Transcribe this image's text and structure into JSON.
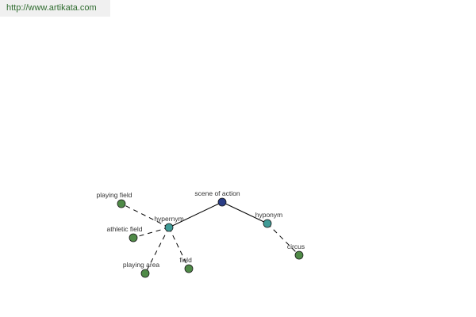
{
  "watermark": {
    "text": "http://www.artikata.com"
  },
  "colors": {
    "root": "#2a3d86",
    "relation": "#3f9b96",
    "leaf": "#4f8a47"
  },
  "nodes": [
    {
      "id": "root",
      "label": "scene of action",
      "kind": "root"
    },
    {
      "id": "hypernym",
      "label": "hypernym",
      "kind": "relation"
    },
    {
      "id": "hyponym",
      "label": "hyponym",
      "kind": "relation"
    },
    {
      "id": "playing-field",
      "label": "playing field",
      "kind": "leaf"
    },
    {
      "id": "athletic-field",
      "label": "athletic field",
      "kind": "leaf"
    },
    {
      "id": "playing-area",
      "label": "playing area",
      "kind": "leaf"
    },
    {
      "id": "field",
      "label": "field",
      "kind": "leaf"
    },
    {
      "id": "circus",
      "label": "circus",
      "kind": "leaf"
    }
  ],
  "edges": [
    {
      "from": "root",
      "to": "hypernym",
      "style": "solid"
    },
    {
      "from": "root",
      "to": "hyponym",
      "style": "solid"
    },
    {
      "from": "hypernym",
      "to": "playing-field",
      "style": "dashed"
    },
    {
      "from": "hypernym",
      "to": "athletic-field",
      "style": "dashed"
    },
    {
      "from": "hypernym",
      "to": "playing-area",
      "style": "dashed"
    },
    {
      "from": "hypernym",
      "to": "field",
      "style": "dashed"
    },
    {
      "from": "hyponym",
      "to": "circus",
      "style": "dashed"
    }
  ]
}
